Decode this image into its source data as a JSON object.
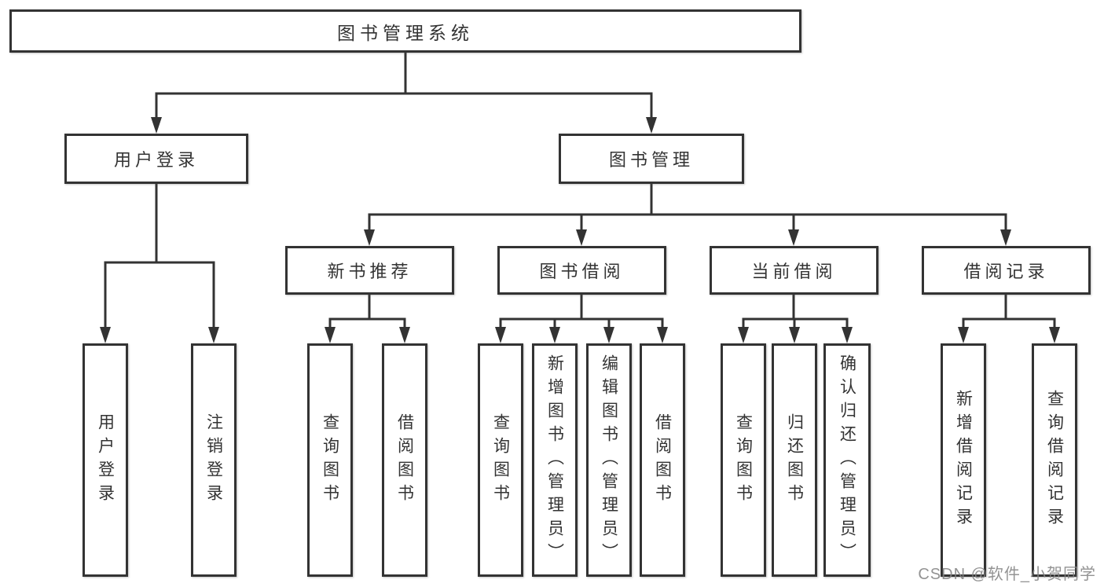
{
  "title": {
    "label": "图书管理系统"
  },
  "nodes": {
    "user_login": "用户登录",
    "book_management": "图书管理",
    "new_book_recommend": "新书推荐",
    "book_borrow": "图书借阅",
    "current_borrow": "当前借阅",
    "borrow_record": "借阅记录"
  },
  "leaves": {
    "user_login": [
      "用户登录",
      "注销登录"
    ],
    "new_book_recommend": [
      "查询图书",
      "借阅图书"
    ],
    "book_borrow": [
      "查询图书",
      "新增图书（管理员）",
      "编辑图书（管理员）",
      "借阅图书"
    ],
    "current_borrow": [
      "查询图书",
      "归还图书",
      "确认归还（管理员）"
    ],
    "borrow_record": [
      "新增借阅记录",
      "查询借阅记录"
    ]
  },
  "watermark": "CSDN @软件_小贺同学",
  "colors": {
    "line": "#333333",
    "box_border": "#333333",
    "text": "#333333",
    "watermark": "#848484",
    "background": "#ffffff"
  }
}
